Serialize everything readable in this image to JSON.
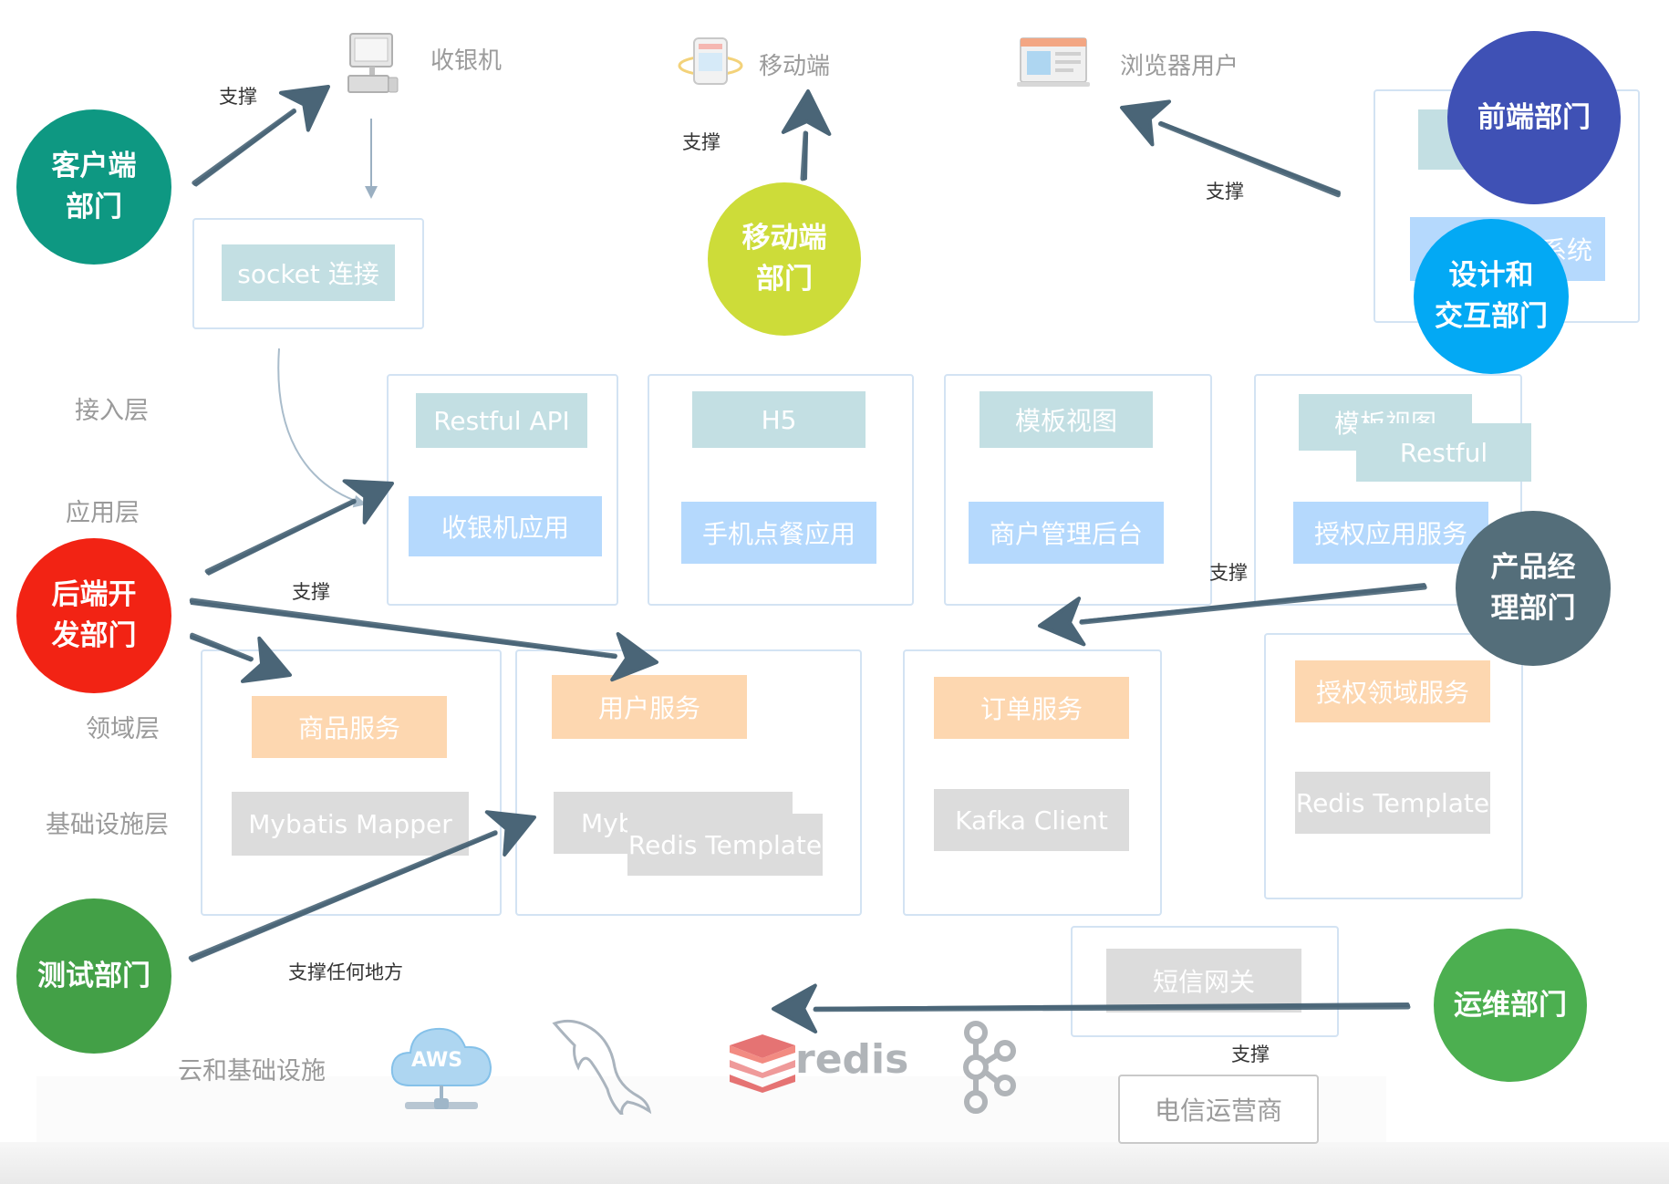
{
  "channels": {
    "cashier": "收银机",
    "mobile": "移动端",
    "browser": "浏览器用户"
  },
  "layers": {
    "access": "接入层",
    "application": "应用层",
    "domain": "领域层",
    "infrastructure": "基础设施层",
    "cloud": "云和基础设施"
  },
  "access": {
    "socket": "socket 连接",
    "restful_api": "Restful API",
    "h5": "H5",
    "template_view": "模板视图",
    "template_view_2": "模板视图",
    "restful": "Restful"
  },
  "applications": {
    "cashier_app": "收银机应用",
    "mobile_order_app": "手机点餐应用",
    "merchant_admin": "商户管理后台",
    "auth_app_service": "授权应用服务",
    "design_system_tail": "系统"
  },
  "domain_services": {
    "product": "商品服务",
    "user": "用户服务",
    "order": "订单服务",
    "auth_domain": "授权领域服务"
  },
  "infra": {
    "mybatis_mapper": "Mybatis Mapper",
    "mybatis_partial": "Myb",
    "redis_template_1": "Redis Template",
    "kafka_client": "Kafka Client",
    "redis_template_2": "Redis Template",
    "sms_gateway": "短信网关",
    "telecom": "电信运营商"
  },
  "cloud": {
    "aws": "AWS",
    "redis": "redis"
  },
  "support_labels": {
    "client": "支撑",
    "mobile": "支撑",
    "browser": "支撑",
    "backend": "支撑",
    "product_manager": "支撑",
    "test": "支撑任何地方",
    "ops": "支撑"
  },
  "departments": {
    "client": [
      "客户端",
      "部门"
    ],
    "mobile": [
      "移动端",
      "部门"
    ],
    "frontend": [
      "前端部门"
    ],
    "design": [
      "设计和",
      "交互部门"
    ],
    "backend": [
      "后端开",
      "发部门"
    ],
    "product_manager": [
      "产品经",
      "理部门"
    ],
    "test": [
      "测试部门"
    ],
    "ops": [
      "运维部门"
    ]
  },
  "colors": {
    "client": "#0e9882",
    "mobile": "#cddc39",
    "frontend": "#3f51b5",
    "design": "#03a9f4",
    "backend": "#f22314",
    "product_manager": "#546e7a",
    "test": "#43a047",
    "ops": "#4caf50",
    "arrow": "#4a6577"
  }
}
